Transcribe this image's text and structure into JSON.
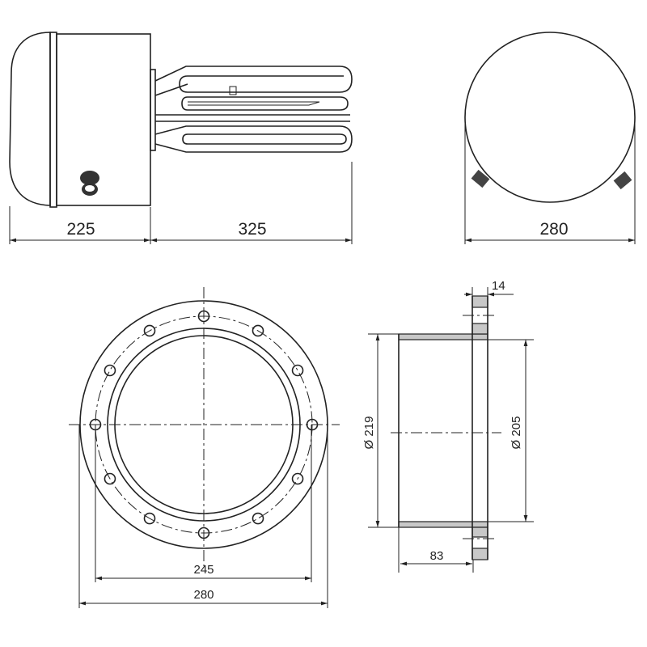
{
  "side_view": {
    "dim_head": "225",
    "dim_elements": "325"
  },
  "end_view": {
    "dim_diameter": "280"
  },
  "flange_front": {
    "bolt_count": 12,
    "dim_bolt_circle": "245",
    "dim_outer": "280"
  },
  "flange_section": {
    "dim_thickness": "14",
    "dim_outer_dia": "Ø 219",
    "dim_inner_dia": "Ø 205",
    "dim_length": "83"
  }
}
